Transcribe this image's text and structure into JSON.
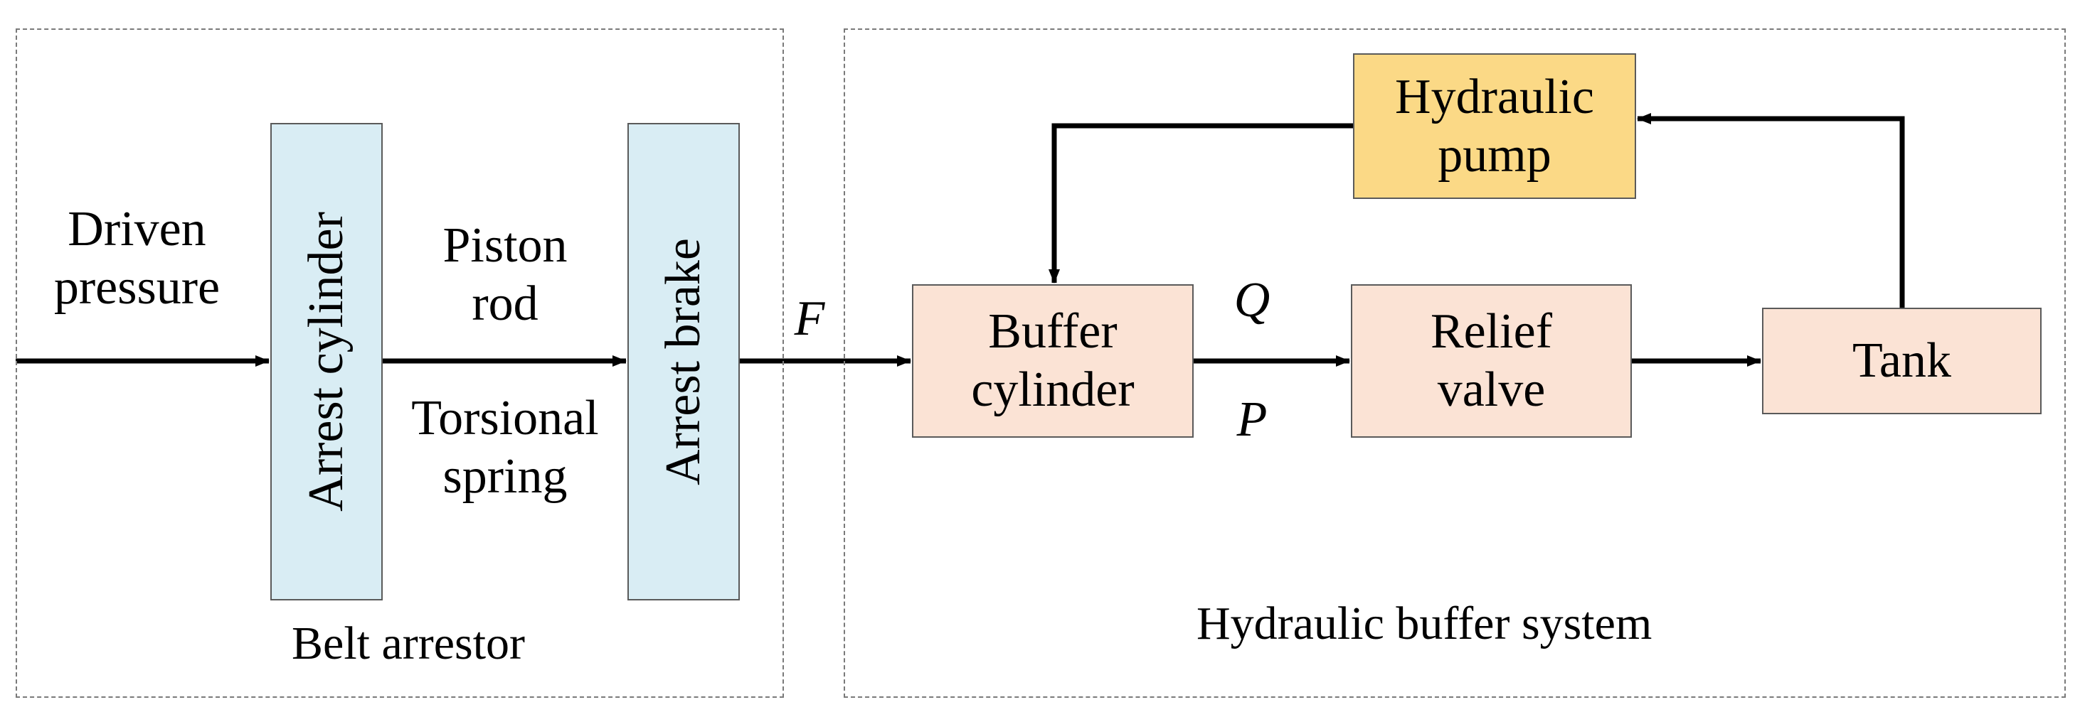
{
  "groups": {
    "belt": {
      "caption": "Belt arrestor"
    },
    "hydraulic": {
      "caption": "Hydraulic buffer system"
    }
  },
  "blocks": {
    "arrest_cylinder": "Arrest cylinder",
    "arrest_brake": "Arrest brake",
    "buffer_cylinder": "Buffer\ncylinder",
    "relief_valve": "Relief\nvalve",
    "tank": "Tank",
    "hydraulic_pump": "Hydraulic\npump"
  },
  "labels": {
    "driven_pressure": "Driven\npressure",
    "piston_rod": "Piston\nrod",
    "torsional_spring": "Torsional\nspring",
    "force": "F",
    "flow": "Q",
    "pressure": "P"
  },
  "colors": {
    "blue_block": "#d9edf4",
    "peach_block": "#fbe3d5",
    "gold_block": "#fbd986",
    "arrow": "#000000",
    "dashed_border": "#7a7a7a"
  }
}
